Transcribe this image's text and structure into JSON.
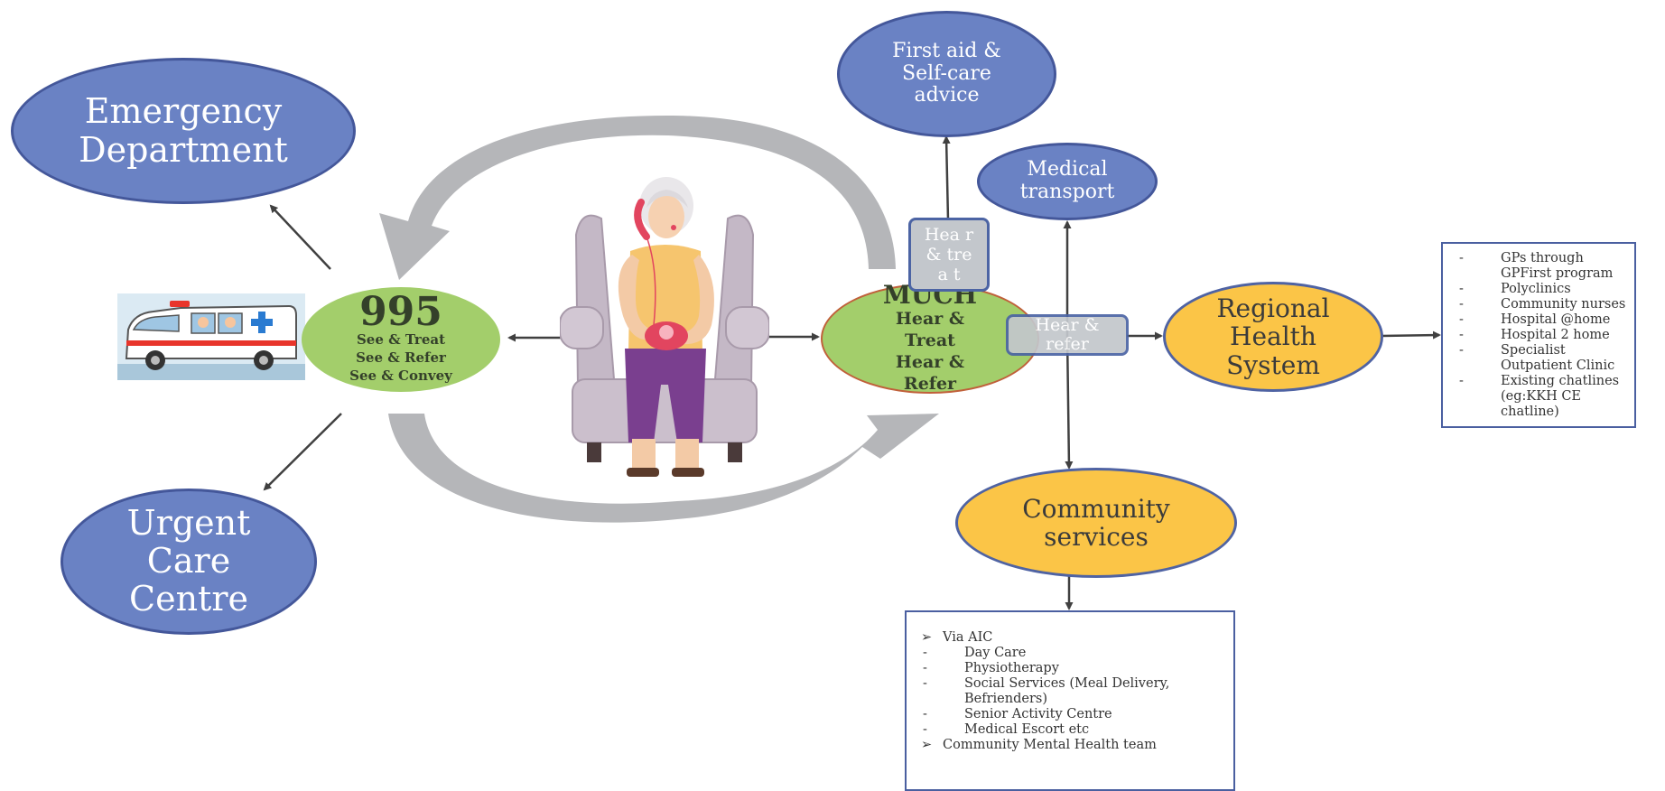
{
  "nodes": {
    "emergency": "Emergency Department",
    "urgent_care": "Urgent Care Centre",
    "first_aid": "First aid & Self-care advice",
    "medical_transport": "Medical transport",
    "regional": "Regional Health System",
    "community": "Community services"
  },
  "center_995": {
    "number": "995",
    "lines": [
      "See & Treat",
      "See & Refer",
      "See & Convey"
    ]
  },
  "much": {
    "title": "MUCH",
    "lines": [
      "Hear &",
      "Treat",
      "Hear &",
      "Refer"
    ]
  },
  "tags": {
    "hear_treat": "Hea r & trea t",
    "hear_refer": "Hear & refer"
  },
  "regional_list": [
    "GPs through GPFirst program",
    "Polyclinics",
    "Community nurses",
    "Hospital @home",
    "Hospital 2 home",
    "Specialist Outpatient Clinic",
    "Existing chatlines (eg:KKH CE chatline)"
  ],
  "community_list": {
    "header": "Via AIC",
    "items": [
      "Day Care",
      "Physiotherapy",
      "Social Services (Meal Delivery, Befrienders)",
      "Senior Activity Centre",
      "Medical Escort etc"
    ],
    "footer": "Community Mental Health team"
  },
  "markers": {
    "dash": "-",
    "arrow": "➢"
  },
  "colors": {
    "blue_node": "#6a82c4",
    "yellow_node": "#fbc547",
    "green_node": "#a3ce6b",
    "border_blue": "#44579a",
    "tag_fill": "#c3c7cc",
    "cycle_arrow": "#b5b6b9",
    "connector": "#404040"
  },
  "icons": {
    "ambulance": "ambulance-illustration",
    "caller": "elderly-woman-on-phone-illustration"
  }
}
